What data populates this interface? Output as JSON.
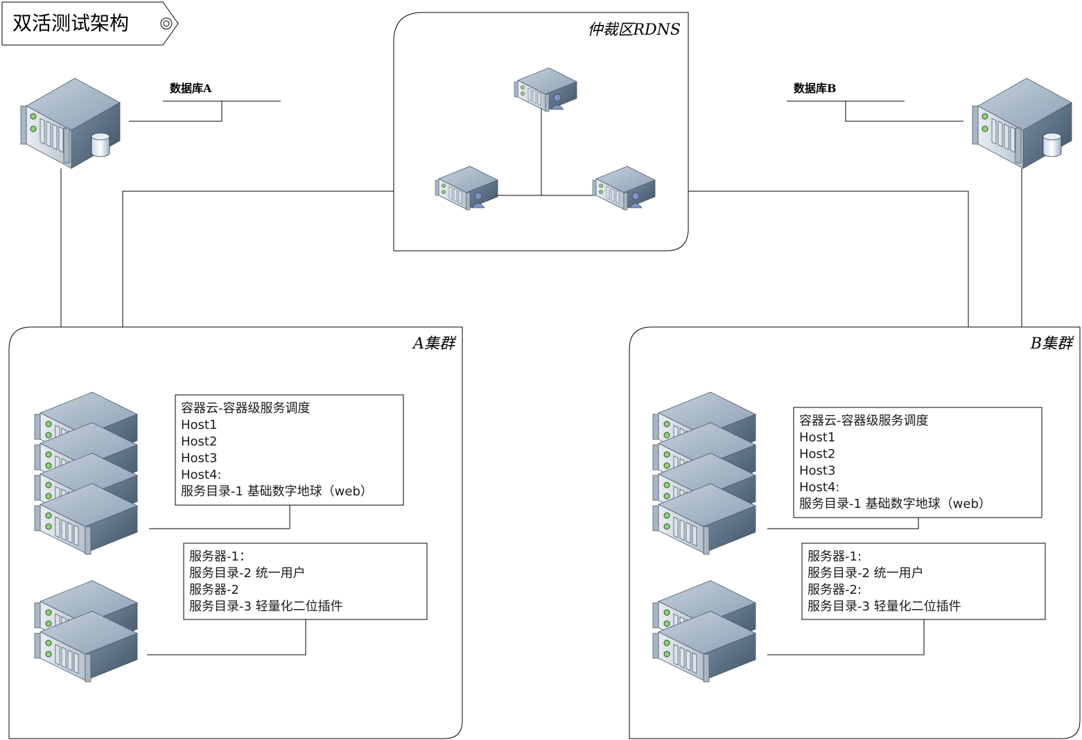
{
  "title": "双活测试架构",
  "arbitration_zone": {
    "title": "仲裁区RDNS"
  },
  "database_a": {
    "label": "数据库A"
  },
  "database_b": {
    "label": "数据库B"
  },
  "cluster_a": {
    "title": "A集群",
    "box1": [
      "容器云-容器级服务调度",
      "Host1",
      "Host2",
      "Host3",
      "Host4:",
      "服务目录-1  基础数字地球（web）"
    ],
    "box2": [
      "服务器-1：",
      "服务目录-2  统一用户",
      "服务器-2",
      "服务目录-3  轻量化二位插件"
    ]
  },
  "cluster_b": {
    "title": "B集群",
    "box1": [
      "容器云-容器级服务调度",
      "Host1",
      "Host2",
      "Host3",
      "Host4:",
      "服务目录-1  基础数字地球（web）"
    ],
    "box2": [
      "服务器-1:",
      "服务目录-2  统一用户",
      "服务器-2:",
      "服务目录-3  轻量化二位插件"
    ]
  },
  "colors": {
    "server_top": "#9fb0c3",
    "server_front": "#d7dde5",
    "server_side": "#5f7387",
    "led": "#8fd17a"
  }
}
